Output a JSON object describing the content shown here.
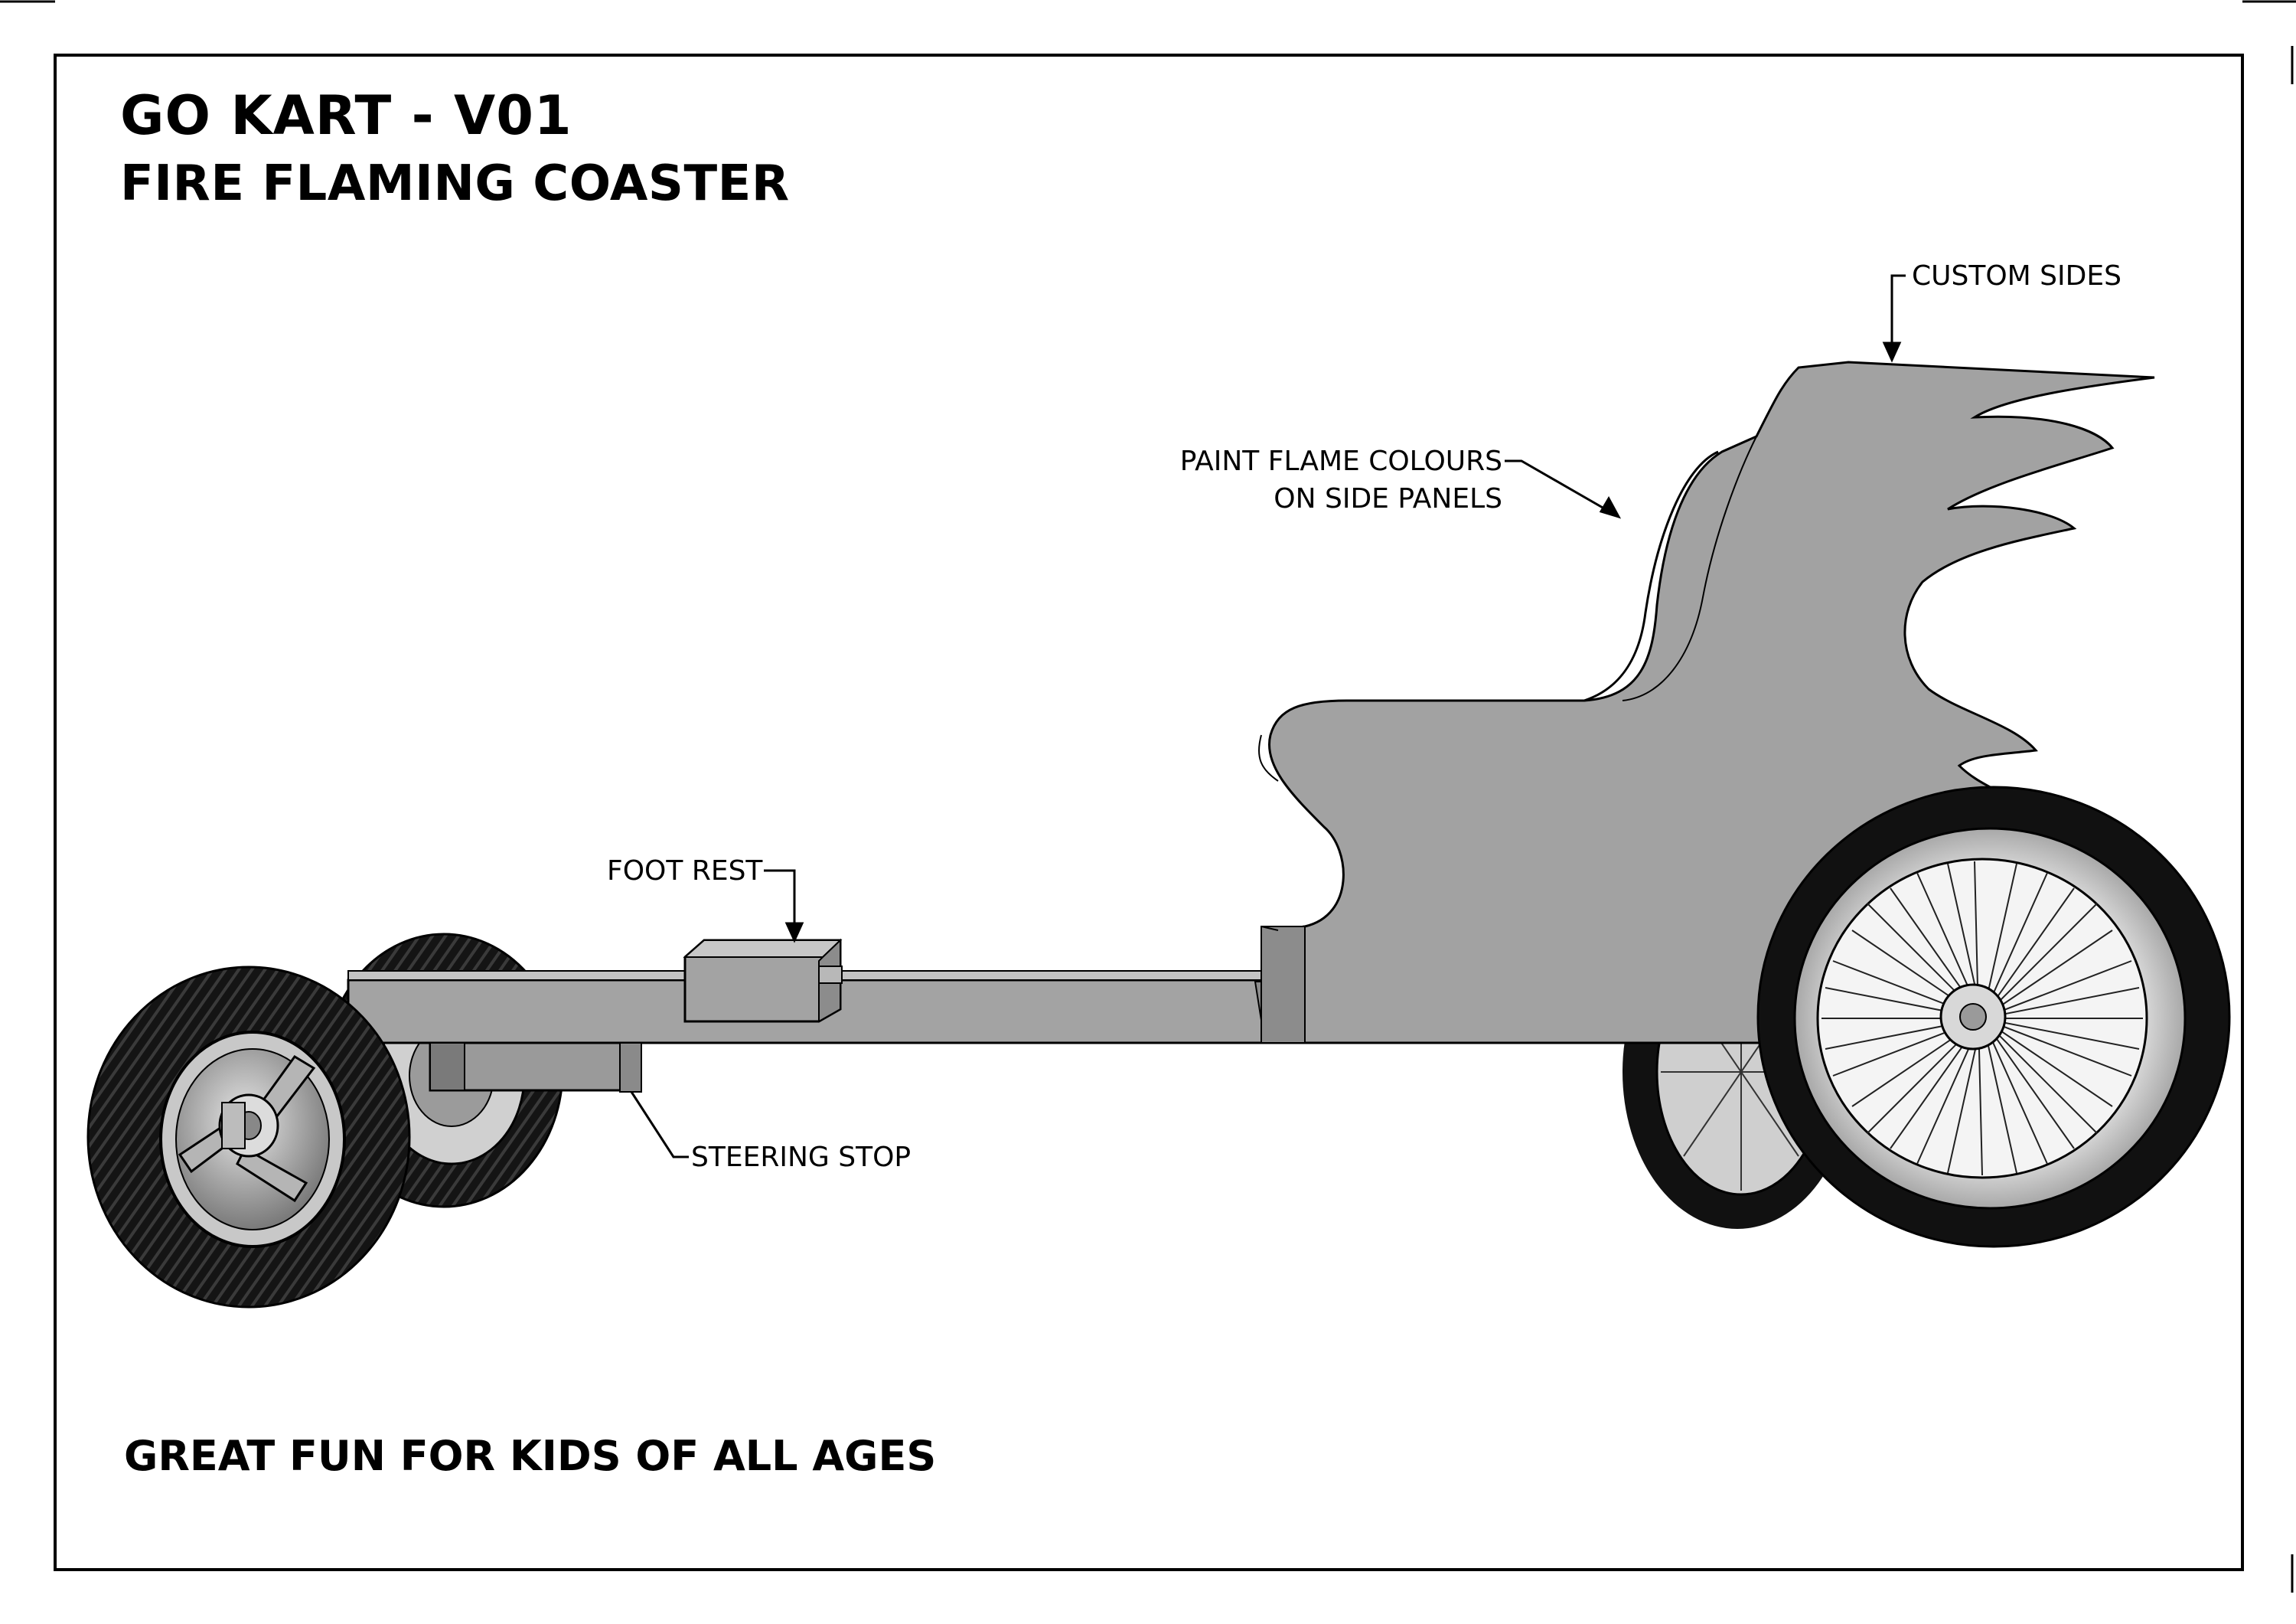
{
  "drawing": {
    "title": "GO KART - V01",
    "subtitle": "FIRE FLAMING COASTER",
    "footer_slogan": "GREAT FUN FOR KIDS OF ALL AGES"
  },
  "callouts": {
    "custom_sides": "CUSTOM SIDES",
    "paint_flame_line1": "PAINT FLAME COLOURS",
    "paint_flame_line2": "ON SIDE PANELS",
    "foot_rest": "FOOT REST",
    "steering_stop": "STEERING STOP"
  },
  "colors": {
    "body_grey": "#a3a3a3",
    "shadow_grey": "#8c8c8c",
    "tyre_black": "#111111",
    "rim_light": "#dcdcdc"
  }
}
